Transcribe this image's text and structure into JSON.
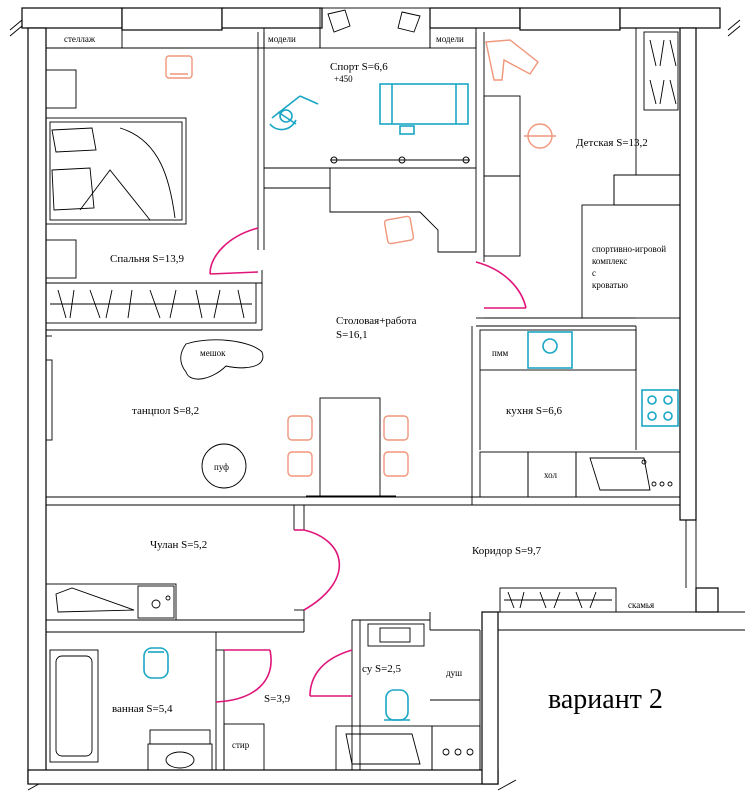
{
  "title": "вариант 2",
  "rooms": {
    "bedroom": "Спальня S=13,9",
    "sport": "Спорт S=6,6",
    "sport_extra": "+450",
    "kids": "Детская S=13,2",
    "dining": "Столовая+работа",
    "dining_area": "S=16,1",
    "dance": "танцпол S=8,2",
    "kitchen": "кухня S=6,6",
    "pantry": "Чулан S=5,2",
    "corridor": "Коридор  S=9,7",
    "bathroom": "ванная S=5,4",
    "hall": "S=3,9",
    "wc": "су S=2,5"
  },
  "labels": {
    "rack": "стеллаж",
    "models_left": "модели",
    "models_right": "модели",
    "kids_complex_1": "спортивно-игровой",
    "kids_complex_2": "комплекс",
    "kids_complex_3": "с",
    "kids_complex_4": "кроватью",
    "dishwasher": "пмм",
    "fridge": "хол",
    "beanbag": "мешок",
    "pouf": "пуф",
    "bench": "скамья",
    "shower": "душ",
    "washer": "стир"
  }
}
